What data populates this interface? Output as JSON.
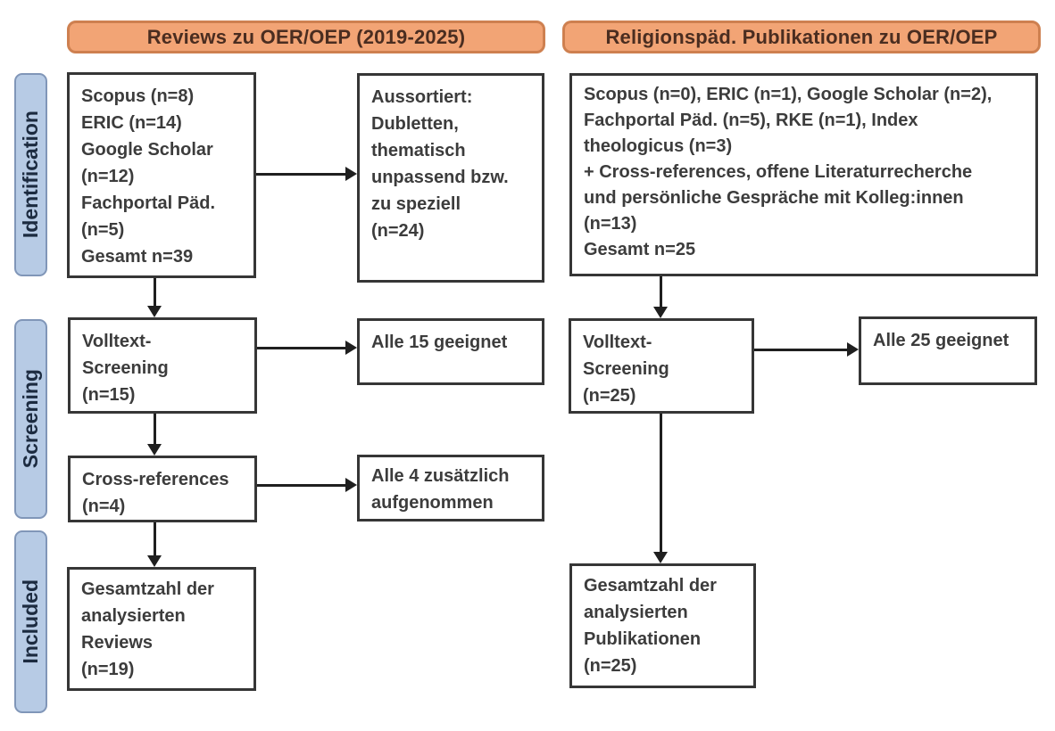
{
  "column_headers": {
    "left": "Reviews zu OER/OEP (2019-2025)",
    "right": "Religionspäd. Publikationen zu OER/OEP"
  },
  "stage_labels": {
    "identification": "Identification",
    "screening": "Screening",
    "included": "Included"
  },
  "left_column": {
    "identification_sources": "Scopus (n=8)\nERIC (n=14)\nGoogle Scholar\n(n=12)\nFachportal Päd.\n(n=5)\nGesamt n=39",
    "excluded": "Aussortiert:\nDubletten,\nthematisch\nunpassend bzw.\nzu speziell\n(n=24)",
    "fulltext_screening": "Volltext-\nScreening\n(n=15)",
    "fulltext_result": "Alle 15 geeignet",
    "cross_references": "Cross-references\n(n=4)",
    "cross_references_result": "Alle 4 zusätzlich\naufgenommen",
    "included_total": "Gesamtzahl der\nanalysierten\nReviews\n(n=19)"
  },
  "right_column": {
    "identification_sources": "Scopus (n=0), ERIC (n=1), Google Scholar (n=2),\nFachportal Päd. (n=5), RKE (n=1), Index\ntheologicus (n=3)\n+ Cross-references, offene Literaturrecherche\nund persönliche Gespräche mit Kolleg:innen\n(n=13)\nGesamt n=25",
    "fulltext_screening": "Volltext-\nScreening\n(n=25)",
    "fulltext_result": "Alle 25 geeignet",
    "included_total": "Gesamtzahl der\nanalysierten\nPublikationen\n(n=25)"
  },
  "colors": {
    "header_fill": "#F2A475",
    "header_border": "#CE8050",
    "header_text": "#4A2D20",
    "stage_fill": "#B7CBE5",
    "stage_border": "#8096B8",
    "stage_text": "#1C2B40",
    "box_border": "#363636",
    "box_text": "#3C3C3C",
    "arrow": "#1F1F1F"
  }
}
